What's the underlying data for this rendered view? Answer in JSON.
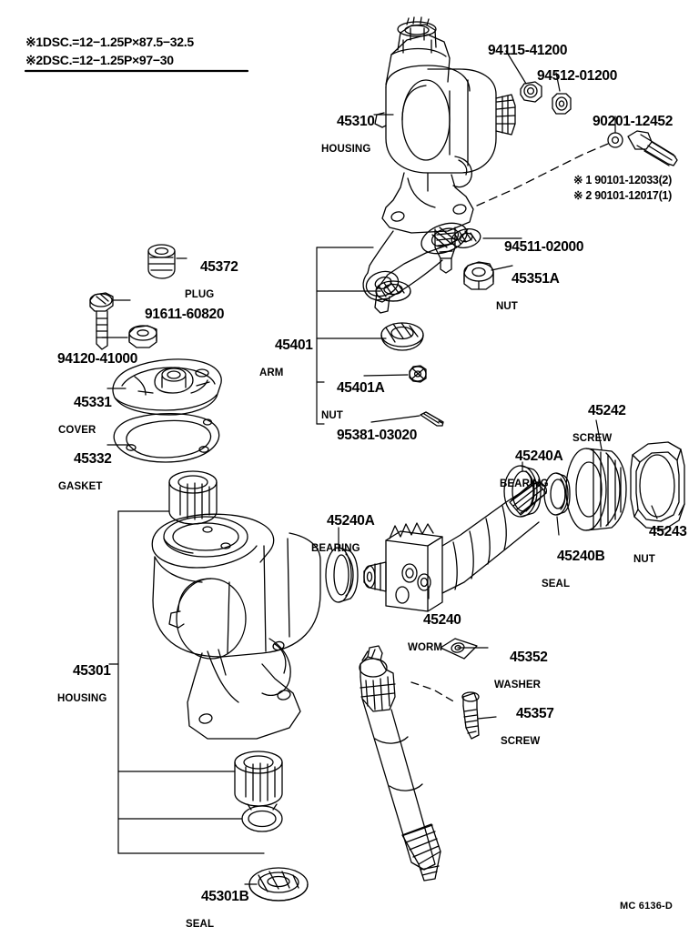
{
  "sheet": {
    "title": "Toyota Steering Gear & Link Parts Diagram",
    "footer_code": "MC 6136-D"
  },
  "notes_top_left": [
    {
      "mark": "※1",
      "text": "DSC.=12−1.25P×87.5−32.5"
    },
    {
      "mark": "※2",
      "text": "DSC.=12−1.25P×97−30"
    }
  ],
  "notes_right": [
    {
      "mark": "※ 1",
      "text": "90101-12033(2)"
    },
    {
      "mark": "※ 2",
      "text": "90101-12017(1)"
    }
  ],
  "callouts": [
    {
      "id": "45310",
      "number": "45310",
      "name": "HOUSING"
    },
    {
      "id": "94115-41200",
      "number": "94115-41200",
      "name": ""
    },
    {
      "id": "94512-01200",
      "number": "94512-01200",
      "name": ""
    },
    {
      "id": "90201-12452",
      "number": "90201-12452",
      "name": ""
    },
    {
      "id": "94511-02000",
      "number": "94511-02000",
      "name": ""
    },
    {
      "id": "45351A",
      "number": "45351A",
      "name": "NUT"
    },
    {
      "id": "45372",
      "number": "45372",
      "name": "PLUG"
    },
    {
      "id": "91611-60820",
      "number": "91611-60820",
      "name": ""
    },
    {
      "id": "94120-41000",
      "number": "94120-41000",
      "name": ""
    },
    {
      "id": "45331",
      "number": "45331",
      "name": "COVER"
    },
    {
      "id": "45332",
      "number": "45332",
      "name": "GASKET"
    },
    {
      "id": "45401",
      "number": "45401",
      "name": "ARM"
    },
    {
      "id": "45401A",
      "number": "45401A",
      "name": "NUT"
    },
    {
      "id": "95381-03020",
      "number": "95381-03020",
      "name": ""
    },
    {
      "id": "45242",
      "number": "45242",
      "name": "SCREW"
    },
    {
      "id": "45240A-top",
      "number": "45240A",
      "name": "BEARING"
    },
    {
      "id": "45240B",
      "number": "45240B",
      "name": "SEAL"
    },
    {
      "id": "45243",
      "number": "45243",
      "name": "NUT"
    },
    {
      "id": "45240A-mid",
      "number": "45240A",
      "name": "BEARING"
    },
    {
      "id": "45240",
      "number": "45240",
      "name": "WORM"
    },
    {
      "id": "45301",
      "number": "45301",
      "name": "HOUSING"
    },
    {
      "id": "45352",
      "number": "45352",
      "name": "WASHER"
    },
    {
      "id": "45357",
      "number": "45357",
      "name": "SCREW"
    },
    {
      "id": "45301B",
      "number": "45301B",
      "name": "SEAL"
    }
  ],
  "colors": {
    "line": "#000000",
    "background": "#ffffff"
  }
}
